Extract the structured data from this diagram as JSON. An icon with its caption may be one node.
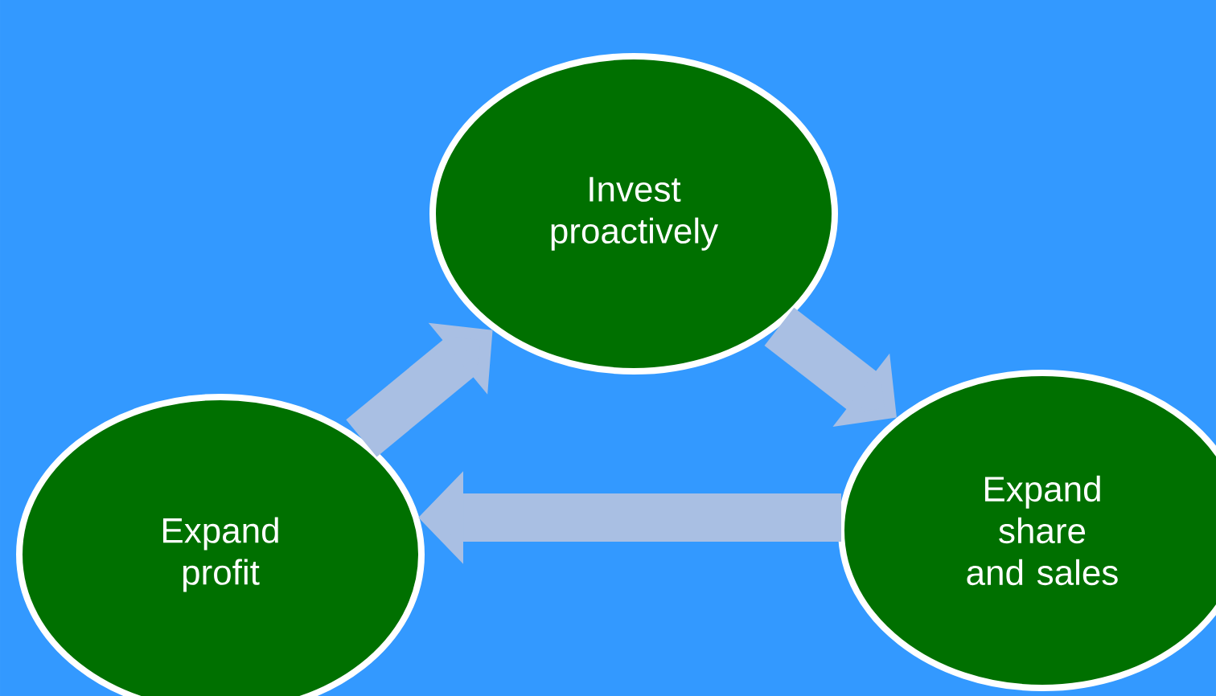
{
  "diagram": {
    "nodes": [
      {
        "text": [
          "Invest proactively"
        ]
      },
      {
        "text": [
          "Expand profit"
        ]
      },
      {
        "text": [
          "Expand share and sales"
        ]
      }
    ],
    "edges": [
      {
        "from": 1,
        "to": 0,
        "arrow": "to"
      },
      {
        "from": 0,
        "to": 2,
        "arrow": "to"
      },
      {
        "from": 2,
        "to": 1,
        "arrow": "to"
      }
    ]
  }
}
